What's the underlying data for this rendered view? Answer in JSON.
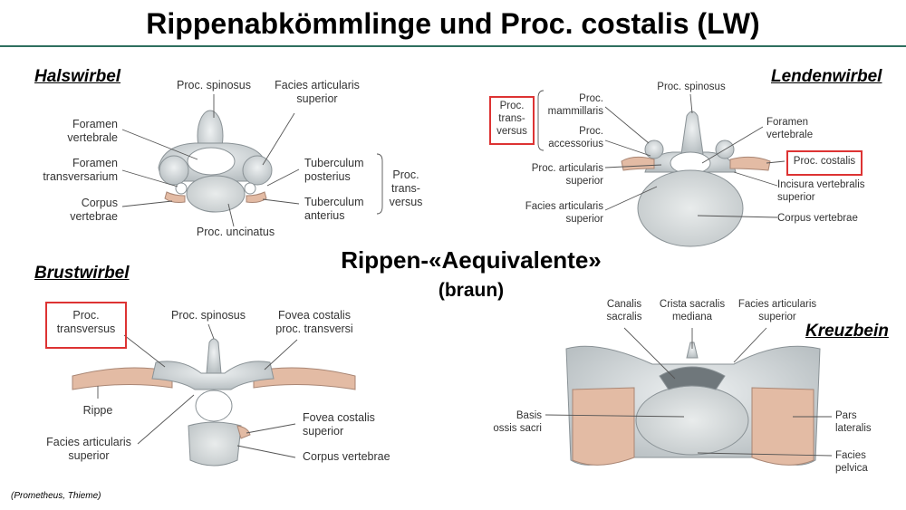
{
  "title": "Rippenabkömmlinge und Proc. costalis (LW)",
  "sections": {
    "hals": "Halswirbel",
    "lenden": "Lendenwirbel",
    "brust": "Brustwirbel",
    "kreuz": "Kreuzbein"
  },
  "center": {
    "line1": "Rippen-«Aequivalente»",
    "line2": "(braun)"
  },
  "credit": "(Prometheus, Thieme)",
  "colors": {
    "bone": "#d3d8da",
    "rib": "#e3bba4",
    "highlight": "#d33333",
    "rule": "#2f6f5f"
  },
  "hals": {
    "proc_spinosus": "Proc. spinosus",
    "facies_articularis_superior": "Facies articularis\nsuperior",
    "foramen_vertebrale": "Foramen\nvertebrale",
    "foramen_transversarium": "Foramen\ntransversarium",
    "corpus_vertebrae": "Corpus\nvertebrae",
    "proc_uncinatus": "Proc. uncinatus",
    "tuberculum_posterius": "Tuberculum\nposterius",
    "tuberculum_anterius": "Tuberculum\nanterius",
    "proc_transversus": "Proc.\ntrans-\nversus"
  },
  "lenden": {
    "proc_transversus": "Proc.\ntrans-\nversus",
    "proc_mammillaris": "Proc.\nmammillaris",
    "proc_accessorius": "Proc.\naccessorius",
    "proc_spinosus": "Proc. spinosus",
    "foramen_vertebrale": "Foramen\nvertebrale",
    "proc_costalis": "Proc. costalis",
    "proc_articularis_superior": "Proc. articularis\nsuperior",
    "facies_articularis_superior": "Facies articularis\nsuperior",
    "incisura_vertebralis_superior": "Incisura vertebralis\nsuperior",
    "corpus_vertebrae": "Corpus vertebrae"
  },
  "brust": {
    "proc_transversus": "Proc.\ntransversus",
    "proc_spinosus": "Proc. spinosus",
    "fovea_costalis_proc_transversi": "Fovea costalis\nproc. transversi",
    "rippe": "Rippe",
    "fovea_costalis_superior": "Fovea costalis\nsuperior",
    "facies_articularis_superior": "Facies articularis\nsuperior",
    "corpus_vertebrae": "Corpus vertebrae"
  },
  "kreuz": {
    "canalis_sacralis": "Canalis\nsacralis",
    "crista_sacralis_mediana": "Crista sacralis\nmediana",
    "facies_articularis_superior": "Facies articularis\nsuperior",
    "basis_ossis_sacri": "Basis\nossis sacri",
    "pars_lateralis": "Pars\nlateralis",
    "facies_pelvica": "Facies\npelvica"
  }
}
